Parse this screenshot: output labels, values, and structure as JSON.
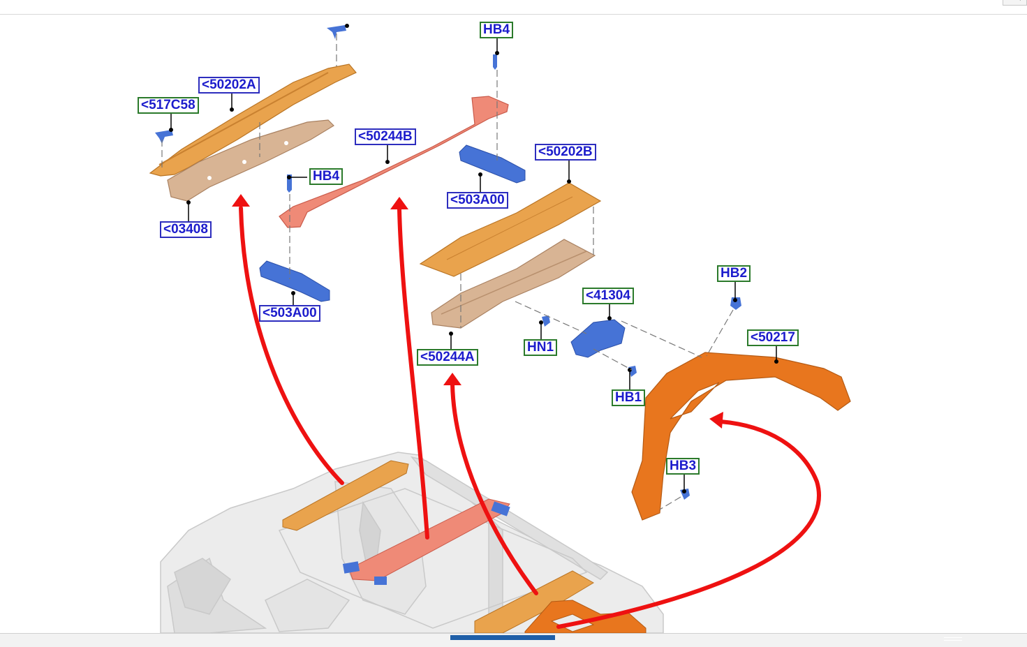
{
  "callouts": [
    {
      "id": "517c58",
      "text": "<517C58",
      "border": "green"
    },
    {
      "id": "50202a",
      "text": "<50202A",
      "border": "blue"
    },
    {
      "id": "03408",
      "text": "<03408",
      "border": "blue"
    },
    {
      "id": "hb4-top",
      "text": "HB4",
      "border": "green"
    },
    {
      "id": "50244b",
      "text": "<50244B",
      "border": "blue"
    },
    {
      "id": "hb4-mid",
      "text": "HB4",
      "border": "green"
    },
    {
      "id": "503a00-right",
      "text": "<503A00",
      "border": "blue"
    },
    {
      "id": "50202b",
      "text": "<50202B",
      "border": "blue"
    },
    {
      "id": "503a00-left",
      "text": "<503A00",
      "border": "blue"
    },
    {
      "id": "41304",
      "text": "<41304",
      "border": "green"
    },
    {
      "id": "hb2",
      "text": "HB2",
      "border": "green"
    },
    {
      "id": "50217",
      "text": "<50217",
      "border": "green"
    },
    {
      "id": "hn1",
      "text": "HN1",
      "border": "green"
    },
    {
      "id": "50244a",
      "text": "<50244A",
      "border": "green"
    },
    {
      "id": "hb1",
      "text": "HB1",
      "border": "green"
    },
    {
      "id": "hb3",
      "text": "HB3",
      "border": "green"
    }
  ],
  "colors": {
    "label_text": "#1c1ccc",
    "label_border_blue": "#2d2dbe",
    "label_border_green": "#2b7a2b",
    "arrow": "#ee1111",
    "part_orange": "#e9a34d",
    "part_tan": "#d8b494",
    "part_salmon": "#ef8a77",
    "part_deep_orange": "#e8761e",
    "bracket_blue": "#4673d6",
    "body_gray": "#e2e2e2"
  },
  "icons": [
    "corner-icon"
  ]
}
